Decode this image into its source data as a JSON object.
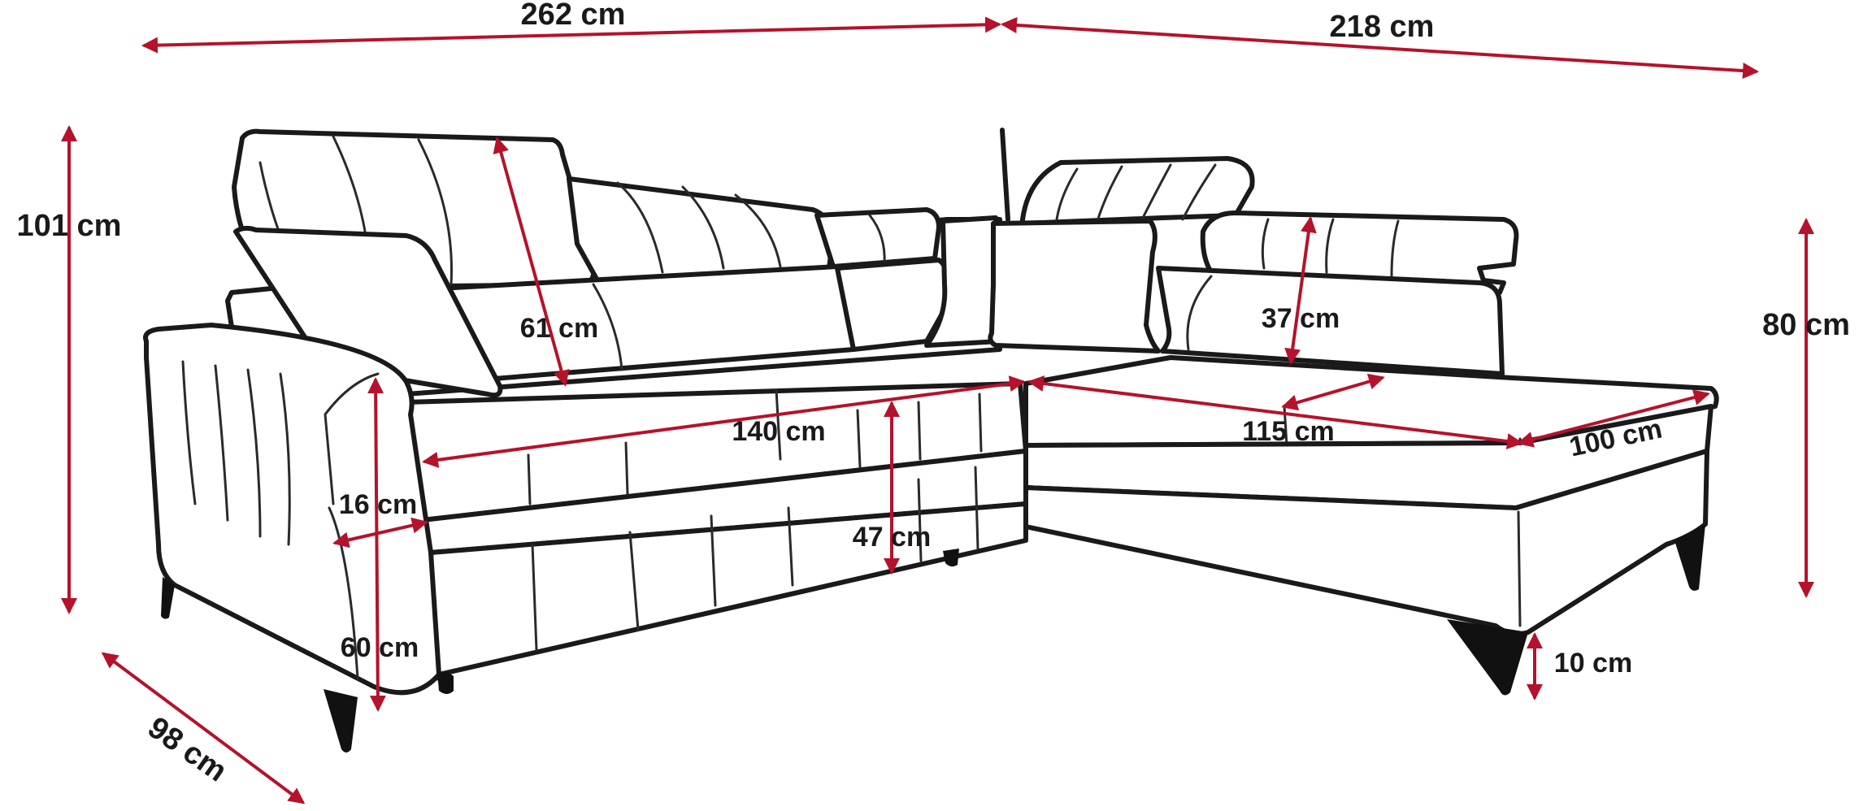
{
  "colors": {
    "dimension_line": "#b5122b",
    "outline": "#1a1a1a",
    "background": "#ffffff"
  },
  "dimensions": {
    "total_width": "262 cm",
    "corner_width": "218 cm",
    "total_height": "101 cm",
    "corner_height": "80 cm",
    "backrest_height": "61 cm",
    "headrest_height": "37 cm",
    "seat_width_main": "140 cm",
    "seat_width_corner": "115 cm",
    "seat_width_chaise": "100 cm",
    "armrest_width": "16 cm",
    "seat_height": "47 cm",
    "armrest_height": "60 cm",
    "depth": "98 cm",
    "leg_height": "10 cm"
  }
}
